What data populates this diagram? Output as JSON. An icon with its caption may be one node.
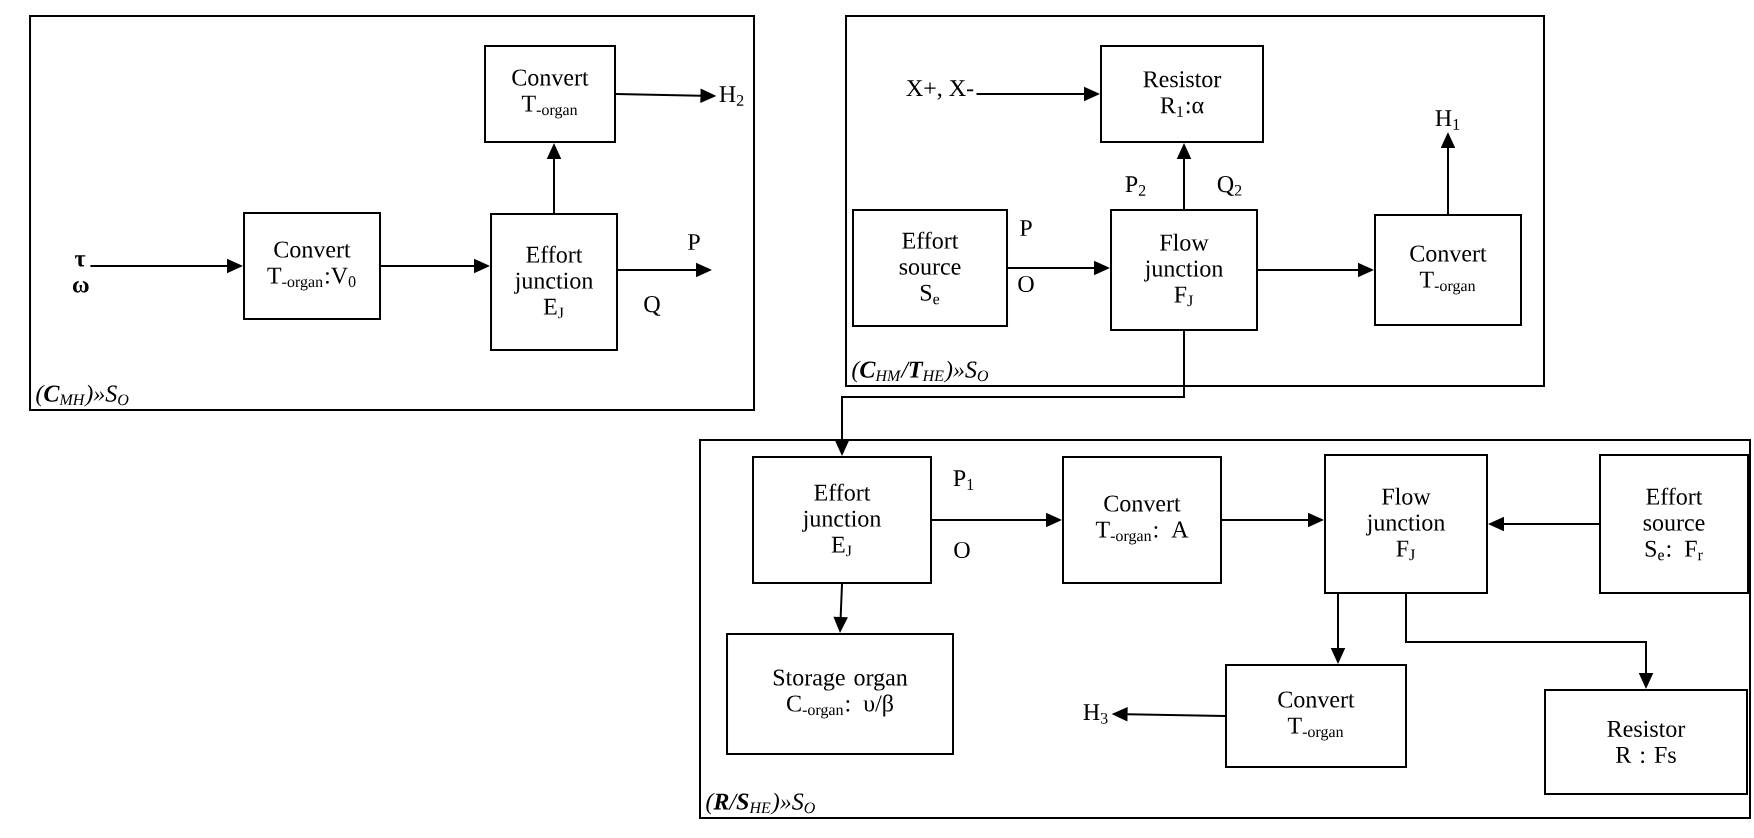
{
  "diagram": {
    "nodes": [
      {
        "text": [
          "(**C**$_{MH}$)»S$_{O}$"
        ]
      },
      {
        "text": [
          "Convert T$_{-organ}$:V$_{0}$"
        ],
        "in": 0
      },
      {
        "text": [
          "Effort junction E$_{J}$"
        ],
        "in": 0
      },
      {
        "text": [
          "Convert T$_{-organ}$"
        ],
        "in": 0
      },
      {
        "text": [
          "τ ω"
        ],
        "in": 0
      },
      {
        "text": [
          "H$_{2}$"
        ],
        "in": 0
      },
      {
        "text": [
          "(**C**$_{HM}$/**T**$_{HE}$)»S$_{O}$"
        ]
      },
      {
        "text": [
          "X+, X-"
        ],
        "in": 6
      },
      {
        "text": [
          "Resistor R$_{1}$:α"
        ],
        "in": 6
      },
      {
        "text": [
          "Effort source S$_{e}$"
        ],
        "in": 6
      },
      {
        "text": [
          "Flow junction F$_{J}$"
        ],
        "in": 6
      },
      {
        "text": [
          "Convert T$_{-organ}$"
        ],
        "in": 6
      },
      {
        "text": [
          "H$_{1}$"
        ],
        "in": 6
      },
      {
        "text": [
          "(**R**/**S**$_{HE}$)»S$_{O}$"
        ]
      },
      {
        "text": [
          "Effort junction E$_{J}$"
        ],
        "in": 13
      },
      {
        "text": [
          "Storage organ C$_{-organ}$: υ/β"
        ],
        "in": 13
      },
      {
        "text": [
          "Convert T$_{-organ}$: A"
        ],
        "in": 13
      },
      {
        "text": [
          "Flow junction F$_{J}$"
        ],
        "in": 13
      },
      {
        "text": [
          "Effort source S$_{e}$: F$_{r}$"
        ],
        "in": 13
      },
      {
        "text": [
          "Convert T$_{-organ}$"
        ],
        "in": 13
      },
      {
        "text": [
          "H$_{3}$"
        ],
        "in": 13
      },
      {
        "text": [
          "Resistor R : Fs"
        ],
        "in": 13
      }
    ],
    "edges": [
      {
        "from": 4,
        "to": 1,
        "arrow": "to"
      },
      {
        "from": 1,
        "to": 2,
        "arrow": "to"
      },
      {
        "from": 2,
        "to": 3,
        "arrow": "to"
      },
      {
        "from": 3,
        "to": 5,
        "arrow": "to"
      },
      {
        "from": 2,
        "to": null,
        "arrow": "to",
        "label": "P"
      },
      {
        "from": 7,
        "to": 8,
        "arrow": "to"
      },
      {
        "from": 10,
        "to": 8,
        "arrow": "to",
        "label": "P$_{2}$"
      },
      {
        "from": 9,
        "to": 10,
        "arrow": "to",
        "label": "P"
      },
      {
        "from": 10,
        "to": 11,
        "arrow": "to"
      },
      {
        "from": 11,
        "to": 12,
        "arrow": "to"
      },
      {
        "from": 10,
        "to": 14,
        "arrow": "to"
      },
      {
        "from": 14,
        "to": 15,
        "arrow": "to"
      },
      {
        "from": 14,
        "to": 16,
        "arrow": "to",
        "label": "P$_{1}$"
      },
      {
        "from": 16,
        "to": 17,
        "arrow": "to"
      },
      {
        "from": 18,
        "to": 17,
        "arrow": "to"
      },
      {
        "from": 17,
        "to": 19,
        "arrow": "to"
      },
      {
        "from": 19,
        "to": 20,
        "arrow": "to"
      },
      {
        "from": 17,
        "to": 21,
        "arrow": "to"
      }
    ],
    "labels": [
      "Q",
      "Q$_{2}$",
      "O",
      "O"
    ]
  }
}
